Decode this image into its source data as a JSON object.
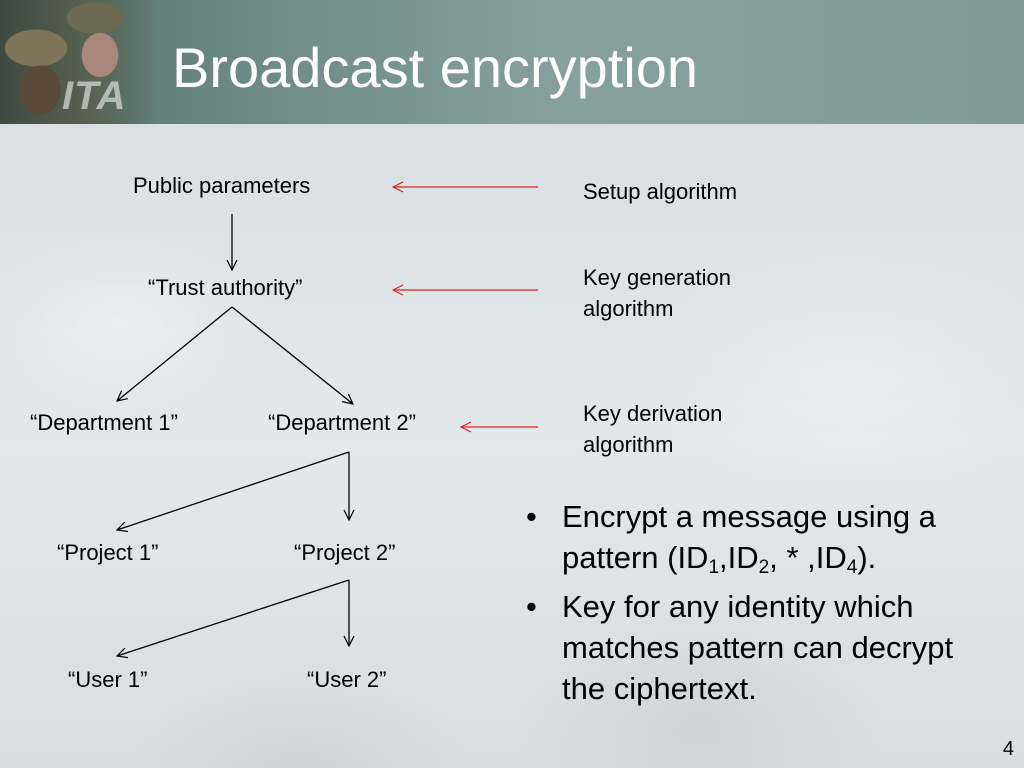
{
  "slide": {
    "title": "Broadcast encryption",
    "logo_text": "ITA",
    "page_number": "4"
  },
  "tree": {
    "public_parameters": "Public parameters",
    "trust_authority": "“Trust authority”",
    "department_1": "“Department 1”",
    "department_2": "“Department 2”",
    "project_1": "“Project 1”",
    "project_2": "“Project 2”",
    "user_1": "“User 1”",
    "user_2": "“User 2”"
  },
  "algorithms": {
    "setup": "Setup algorithm",
    "key_generation": [
      "Key generation",
      "algorithm"
    ],
    "key_derivation": [
      "Key derivation",
      "algorithm"
    ]
  },
  "bullets": [
    {
      "parts": [
        {
          "text": "Encrypt a message using a pattern (ID"
        },
        {
          "sub": "1"
        },
        {
          "text": ",ID"
        },
        {
          "sub": "2"
        },
        {
          "text": ", * ,ID"
        },
        {
          "sub": "4"
        },
        {
          "text": ")."
        }
      ]
    },
    {
      "parts": [
        {
          "text": "Key for any identity which matches pattern can decrypt the ciphertext."
        }
      ]
    }
  ],
  "colors": {
    "arrow_red": "#e02020",
    "arrow_black": "#000000",
    "title_text": "#ffffff"
  }
}
